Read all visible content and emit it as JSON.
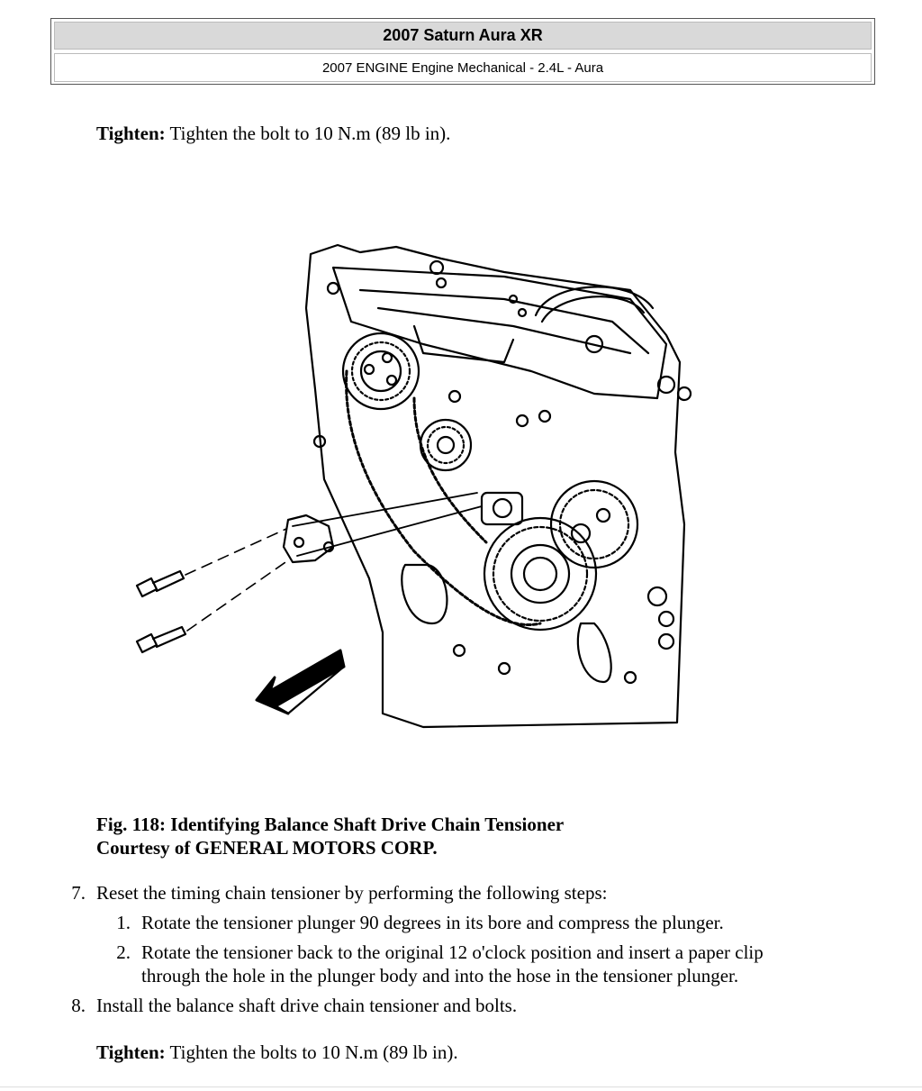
{
  "header": {
    "title": "2007 Saturn Aura XR",
    "subtitle": "2007 ENGINE Engine Mechanical - 2.4L - Aura"
  },
  "tighten_top": {
    "label": "Tighten:",
    "text": "Tighten the bolt to 10 N.m (89 lb in)."
  },
  "figure": {
    "caption_title": "Fig. 118: Identifying Balance Shaft Drive Chain Tensioner",
    "caption_credit": "Courtesy of GENERAL MOTORS CORP."
  },
  "steps": [
    {
      "number": "7.",
      "text": "Reset the timing chain tensioner by performing the following steps:",
      "substeps": [
        {
          "number": "1.",
          "lines": [
            "Rotate the tensioner plunger 90 degrees in its bore and compress the plunger."
          ]
        },
        {
          "number": "2.",
          "lines": [
            "Rotate the tensioner back to the original 12 o'clock position and insert a paper clip",
            "through the hole in the plunger body and into the hose in the tensioner plunger."
          ]
        }
      ]
    },
    {
      "number": "8.",
      "text": "Install the balance shaft drive chain tensioner and bolts."
    }
  ],
  "tighten_bottom": {
    "label": "Tighten:",
    "text": "Tighten the bolts to 10 N.m (89 lb in)."
  }
}
